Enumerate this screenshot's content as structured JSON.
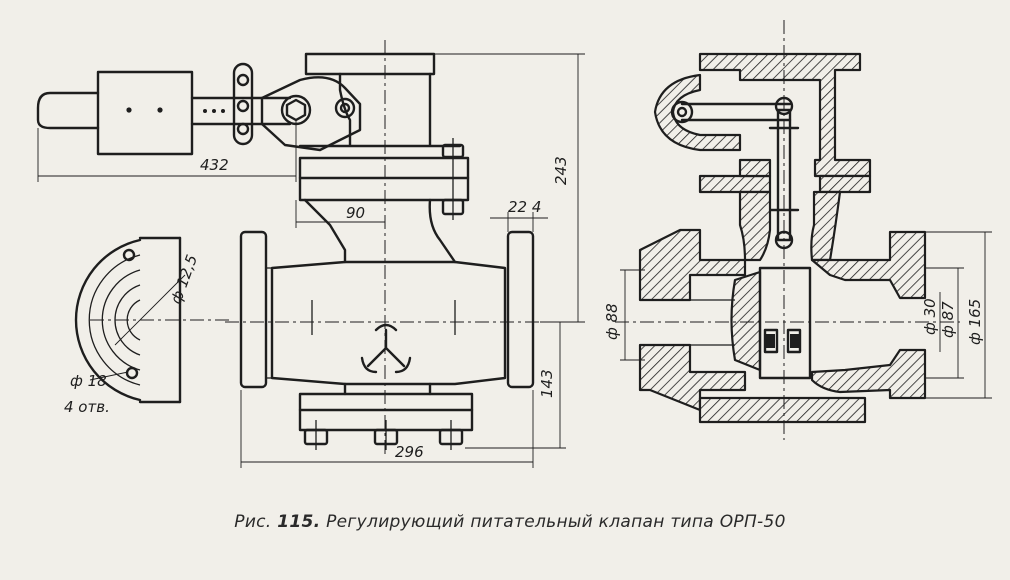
{
  "figure": {
    "caption_prefix": "Рис.",
    "caption_number": "115.",
    "caption_text": "Регулирующий питательный клапан типа ОРП-50"
  },
  "dimensions": {
    "d432": "432",
    "d243": "243",
    "d90": "90",
    "d22": "22 4",
    "d143": "143",
    "d296": "296",
    "phi125": "ф 12,5",
    "phi18": "ф 18",
    "holes": "4 отв.",
    "phi88": "ф 88",
    "phi30": "ф 30",
    "phi87": "ф 87",
    "phi165": "ф 165"
  }
}
